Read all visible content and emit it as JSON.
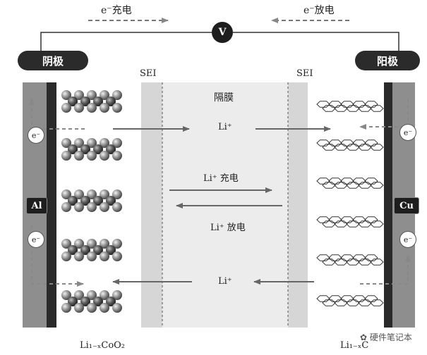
{
  "top": {
    "charge_flow": "e⁻充电",
    "discharge_flow": "e⁻放电",
    "voltmeter": "V"
  },
  "electrodes": {
    "left_title": "阴极",
    "right_title": "阳极",
    "left_collector": "Al",
    "right_collector": "Cu",
    "electron": "e⁻"
  },
  "middle": {
    "sei_left": "SEI",
    "sei_right": "SEI",
    "separator": "隔膜",
    "li_ion_top": "Li⁺",
    "li_charge": "Li⁺ 充电",
    "li_discharge": "Li⁺ 放电",
    "li_ion_bottom": "Li⁺"
  },
  "bottom": {
    "cathode_formula": "Li₁₋ₓCoO₂",
    "anode_formula": "Li₁₋ₓC"
  },
  "watermark": "硬件笔记本",
  "colors": {
    "collector": "#8e8e8e",
    "sei": "#d6d6d6",
    "separator": "#ececec",
    "arrow": "#666666",
    "dark": "#1e1e1e"
  }
}
